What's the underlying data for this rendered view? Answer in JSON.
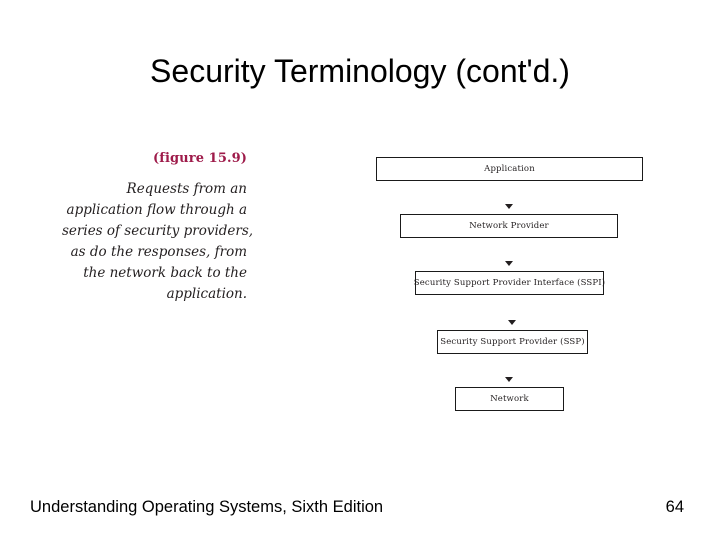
{
  "slide": {
    "title": "Security Terminology (cont'd.)",
    "background_color": "#ffffff"
  },
  "caption": {
    "figure_label": "(figure 15.9)",
    "figure_label_color": "#9e1b4a",
    "lines": [
      "Requests from an",
      "application flow through a",
      "series of security providers,",
      "as do the responses, from",
      "the network back to the",
      "application."
    ],
    "full_text": "Requests from an application flow through a series of security providers, as do the responses, from the network back to the application."
  },
  "diagram": {
    "type": "flow-stack",
    "direction": "top-to-bottom",
    "connector": "down-triangle-arrowhead",
    "nodes": [
      {
        "label": "Application"
      },
      {
        "label": "Network Provider"
      },
      {
        "label": "Security Support Provider Interface (SSPI)"
      },
      {
        "label": "Security Support Provider (SSP)"
      },
      {
        "label": "Network"
      }
    ]
  },
  "footer": {
    "source": "Understanding Operating Systems, Sixth Edition",
    "page_number": "64"
  }
}
